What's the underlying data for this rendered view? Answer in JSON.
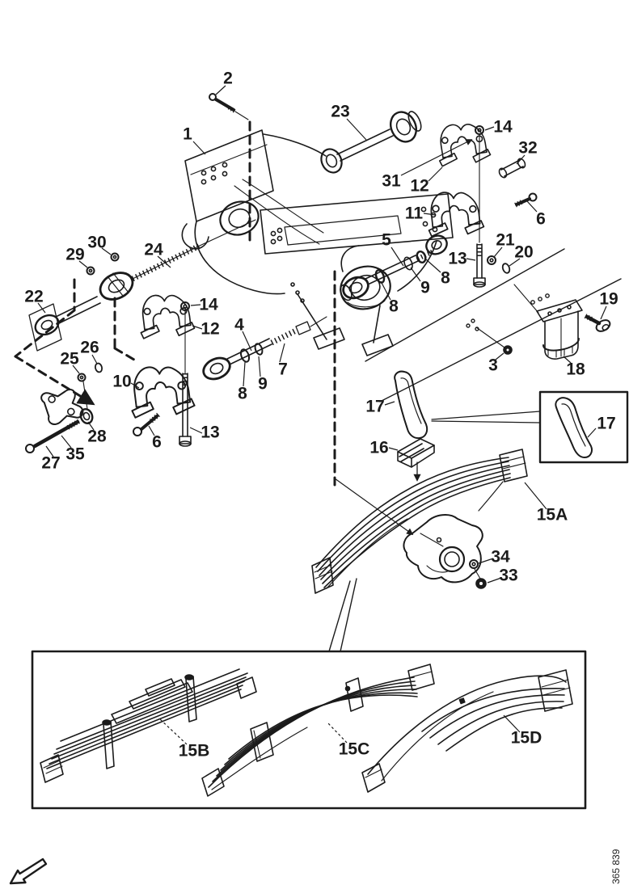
{
  "colors": {
    "ink": "#1b1b1b",
    "paper": "#ffffff"
  },
  "doc_number": "365 839",
  "callouts": {
    "c1": "1",
    "c2": "2",
    "c3": "3",
    "c4": "4",
    "c5": "5",
    "c6": "6",
    "c7": "7",
    "c8": "8",
    "c9": "9",
    "c10": "10",
    "c11": "11",
    "c12": "12",
    "c13": "13",
    "c14": "14",
    "c15a": "15A",
    "c15b": "15B",
    "c15c": "15C",
    "c15d": "15D",
    "c16": "16",
    "c17": "17",
    "c18": "18",
    "c19": "19",
    "c20": "20",
    "c21": "21",
    "c22": "22",
    "c23": "23",
    "c24": "24",
    "c25": "25",
    "c26": "26",
    "c27": "27",
    "c28": "28",
    "c29": "29",
    "c30": "30",
    "c31": "31",
    "c32": "32",
    "c33": "33",
    "c34": "34",
    "c35": "35"
  }
}
